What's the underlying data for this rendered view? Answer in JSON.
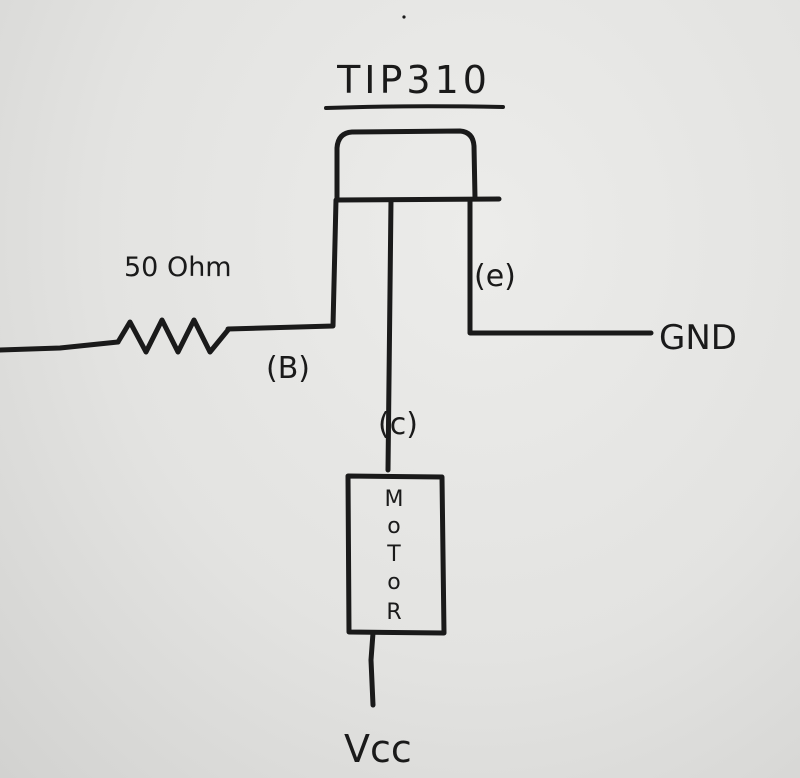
{
  "diagram": {
    "part_label": "TIP310",
    "resistor_label": "50 Ohm",
    "pin_base": "(B)",
    "pin_emitter": "(e)",
    "pin_collector": "(c)",
    "ground_label": "GND",
    "supply_label": "Vcc",
    "motor_letters": [
      "M",
      "o",
      "T",
      "o",
      "R"
    ]
  },
  "colors": {
    "paper": "#e4e4e2",
    "ink": "#1a1a1a"
  }
}
